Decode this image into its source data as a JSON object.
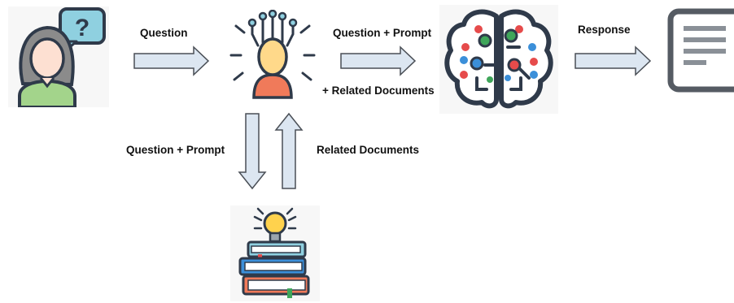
{
  "edges": {
    "question": "Question",
    "question_prompt_top": "Question + Prompt",
    "related_docs_top": "+ Related Documents",
    "response": "Response",
    "question_prompt_down": "Question + Prompt",
    "related_docs_up": "Related Documents"
  },
  "nodes": {
    "user": {
      "icon": "user-question-icon",
      "question_mark": "?"
    },
    "processor": {
      "icon": "person-network-icon"
    },
    "llm": {
      "icon": "circuit-brain-icon"
    },
    "output": {
      "icon": "document-icon"
    },
    "knowledge_base": {
      "icon": "books-lightbulb-icon"
    }
  },
  "colors": {
    "arrow_fill": "#dce6f1",
    "arrow_stroke": "#4a4f56",
    "icon_dark": "#2f3a4a",
    "doc_gray": "#555b63"
  }
}
